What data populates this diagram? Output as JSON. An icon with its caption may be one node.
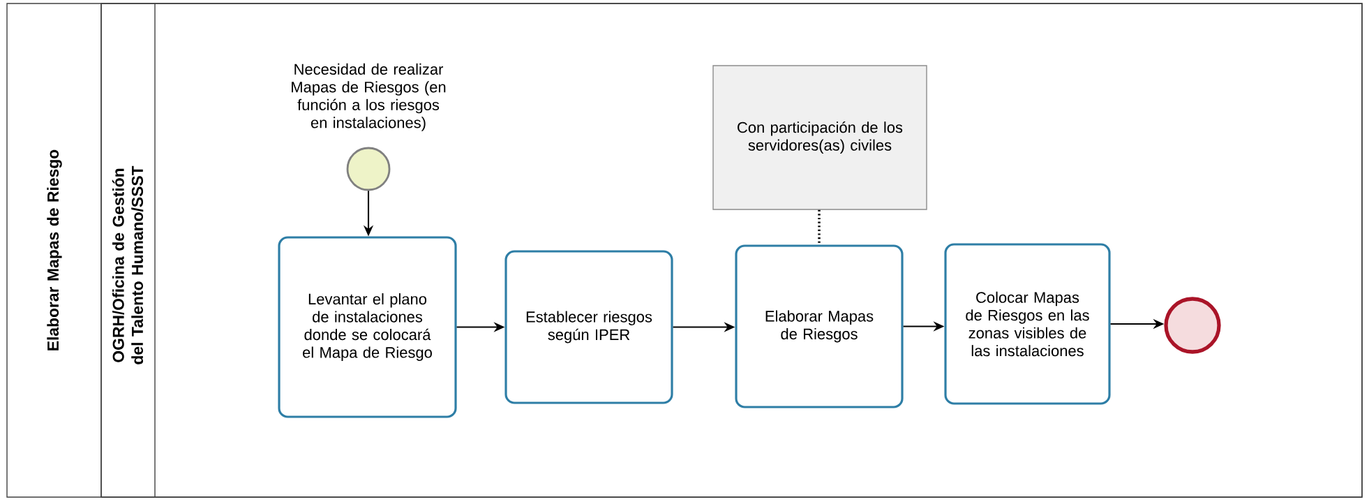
{
  "diagram": {
    "nodes": [
      {
        "text": [
          "Elaborar Mapas de Riesgo"
        ]
      },
      {
        "text": [
          "OGRH/Oficina de Gestión del Talento Humano/SSST"
        ],
        "in": 0
      },
      {
        "text": [
          "Necesidad de realizar Mapas de Riesgos (en función a los riesgos en instalaciones)"
        ],
        "in": 1
      },
      {
        "text": [
          "Levantar el plano de instalaciones donde se colocará el Mapa de Riesgo"
        ],
        "in": 1
      },
      {
        "text": [
          "Establecer riesgos según IPER"
        ],
        "in": 1
      },
      {
        "text": [
          "Con participación de los servidores(as) civiles"
        ],
        "in": 1
      },
      {
        "text": [
          "Elaborar Mapas de Riesgos"
        ],
        "in": 1
      },
      {
        "text": [
          "Colocar Mapas de Riesgos en las zonas visibles de las instalaciones"
        ],
        "in": 1
      },
      {
        "text": [],
        "shape": "circle",
        "in": 1
      }
    ],
    "edges": [
      {
        "from": 2,
        "to": 3,
        "arrow": "to"
      },
      {
        "from": 3,
        "to": 4,
        "arrow": "to"
      },
      {
        "from": 4,
        "to": 6,
        "arrow": "to"
      },
      {
        "from": 6,
        "to": 7,
        "arrow": "to"
      },
      {
        "from": 7,
        "to": 8,
        "arrow": "to"
      },
      {
        "from": 5,
        "to": 6,
        "arrow": "none",
        "style": "dashed"
      }
    ]
  }
}
